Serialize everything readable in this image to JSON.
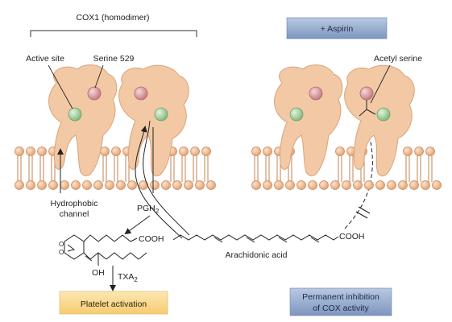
{
  "title": "COX1 (homodimer)",
  "labels": {
    "active_site": "Active site",
    "serine": "Serine 529",
    "hydrophobic_line1": "Hydrophobic",
    "hydrophobic_line2": "channel",
    "pgh2_main": "PGH",
    "pgh2_sub": "2",
    "cooh_left": "COOH",
    "oh": "OH",
    "txa2_main": "TXA",
    "txa2_sub": "2",
    "cooh_right": "COOH",
    "arachidonic": "Arachidonic acid",
    "acetyl_serine": "Acetyl serine"
  },
  "boxes": {
    "aspirin": "+ Aspirin",
    "platelet": "Platelet activation",
    "permanent_line1": "Permanent inhibition",
    "permanent_line2": "of COX activity"
  },
  "colors": {
    "protein": "#f2c9a4",
    "protein_stroke": "#d9a37b",
    "active_site": "#a9d3a1",
    "serine": "#d8959b",
    "membrane_head": "#f0b98c",
    "blue_box": "#8aa3c9",
    "orange_box": "#fbd98d"
  }
}
